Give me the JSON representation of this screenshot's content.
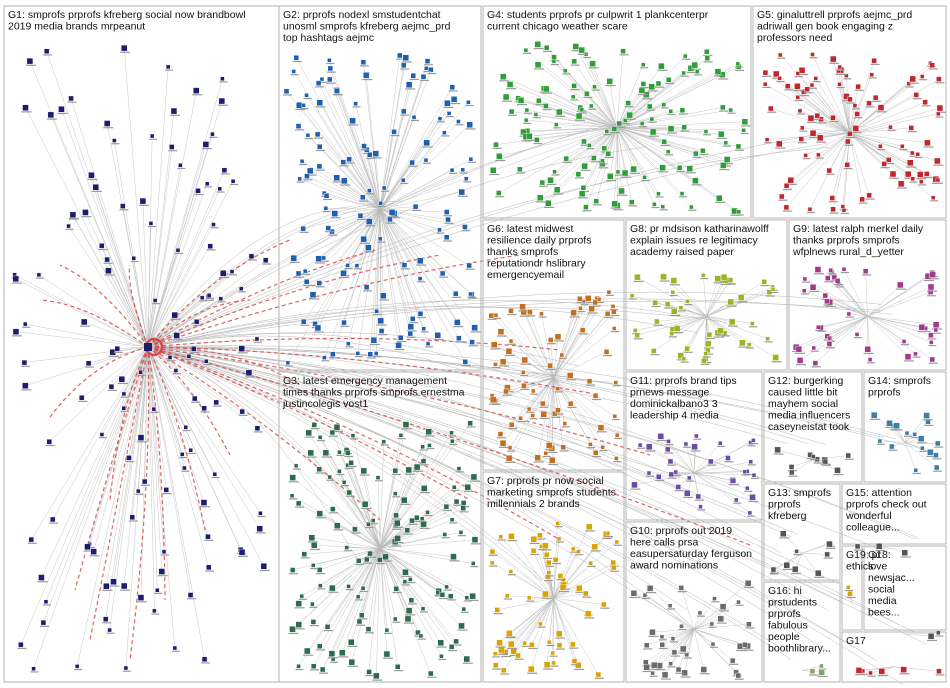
{
  "colors": {
    "edge_gray": "#b9b9b9",
    "edge_red": "#d24b4b",
    "box_border": "#b5b5b5",
    "text": "#111111"
  },
  "groups": [
    {
      "id": "G1",
      "color": "#1d1d6e",
      "lines": [
        "G1: smprofs prprofs kfreberg social now brandbowl",
        "2019 media brands mrpeanut"
      ]
    },
    {
      "id": "G2",
      "color": "#1f5fb0",
      "lines": [
        "G2: prprofs nodexl smstudentchat",
        "unosml smprofs kfreberg aejmc_prd",
        "top hashtags aejmc"
      ]
    },
    {
      "id": "G3",
      "color": "#2e6b4e",
      "lines": [
        "G3: latest emergency management",
        "times thanks prprofs smprofs ernestma",
        "justincolegis vost1"
      ]
    },
    {
      "id": "G4",
      "color": "#2f9d3a",
      "lines": [
        "G4: students prprofs pr culpwrit 1 plankcenterpr",
        "current chicago weather scare"
      ]
    },
    {
      "id": "G5",
      "color": "#c0282d",
      "lines": [
        "G5: ginaluttrell prprofs aejmc_prd",
        "adriwall gen book engaging z",
        "professors need"
      ]
    },
    {
      "id": "G6",
      "color": "#c2701f",
      "lines": [
        "G6: latest midwest",
        "resilience daily prprofs",
        "thanks smprofs",
        "reputationdr hslibrary",
        "emergencyemail"
      ]
    },
    {
      "id": "G7",
      "color": "#d9a400",
      "lines": [
        "G7: prprofs pr now social",
        "marketing smprofs students",
        "millennials 2 brands"
      ]
    },
    {
      "id": "G8",
      "color": "#9ab51f",
      "lines": [
        "G8: pr mdsison katharinawolff",
        "explain issues re legitimacy",
        "academy raised paper"
      ]
    },
    {
      "id": "G9",
      "color": "#a23a8c",
      "lines": [
        "G9: latest ralph merkel daily",
        "thanks prprofs smprofs",
        "wfplnews rural_d_yetter"
      ]
    },
    {
      "id": "G10",
      "color": "#6b6b6b",
      "lines": [
        "G10: prprofs out 2019",
        "here calls prsa",
        "easupersaturday ferguson",
        "award nominations"
      ]
    },
    {
      "id": "G11",
      "color": "#6b4aa8",
      "lines": [
        "G11: prprofs brand tips",
        "prnews message",
        "dominickalbano3 3",
        "leadership 4 media"
      ]
    },
    {
      "id": "G12",
      "color": "#555555",
      "lines": [
        "G12: burgerking",
        "caused little bit",
        "mayhem social",
        "media influencers",
        "caseyneistat took"
      ]
    },
    {
      "id": "G13",
      "color": "#555555",
      "lines": [
        "G13: smprofs",
        "prprofs",
        "kfreberg"
      ]
    },
    {
      "id": "G14",
      "color": "#3a7fa8",
      "lines": [
        "G14: smprofs",
        "prprofs"
      ]
    },
    {
      "id": "G15",
      "color": "#555555",
      "lines": [
        "G15: attention",
        "prprofs check out",
        "wonderful",
        "colleague..."
      ]
    },
    {
      "id": "G16",
      "color": "#7fa86b",
      "lines": [
        "G16: hi",
        "prstudents",
        "prprofs",
        "fabulous",
        "people",
        "boothlibrary..."
      ]
    },
    {
      "id": "G17",
      "color": "#c0282d",
      "lines": [
        "G17"
      ]
    },
    {
      "id": "G18",
      "color": "#555555",
      "lines": [
        "G18:",
        "love",
        "newsjac...",
        "social",
        "media",
        "bees..."
      ]
    },
    {
      "id": "G19",
      "color": "#d9a400",
      "lines": [
        "G19: pr",
        "ethics"
      ]
    }
  ]
}
